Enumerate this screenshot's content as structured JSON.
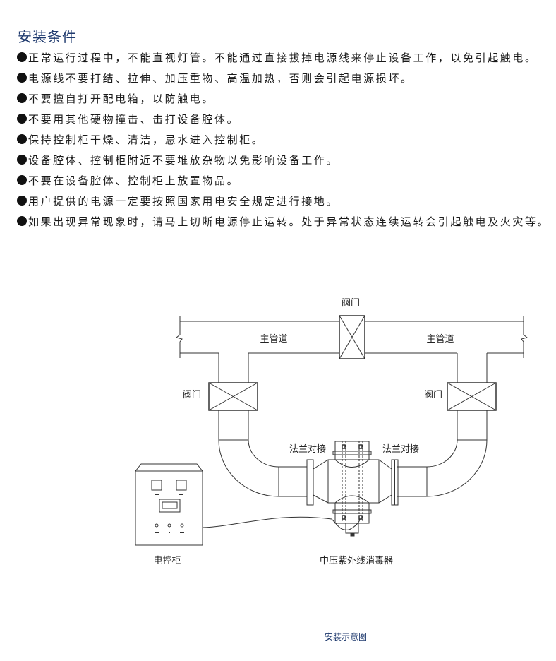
{
  "section": {
    "title": "安装条件",
    "rules": [
      "正常运行过程中，不能直视灯管。不能通过直接拔掉电源线来停止设备工作，以免引起触电。",
      "电源线不要打结、拉伸、加压重物、高温加热，否则会引起电源损坏。",
      "不要擅自打开配电箱，以防触电。",
      "不要用其他硬物撞击、击打设备腔体。",
      "保持控制柜干燥、清洁，忌水进入控制柜。",
      "设备腔体、控制柜附近不要堆放杂物以免影响设备工作。",
      "不要在设备腔体、控制柜上放置物品。",
      "用户提供的电源一定要按照国家用电安全规定进行接地。",
      "如果出现异常现象时，请马上切断电源停止运转。处于异常状态连续运转会引起触电及火灾等。"
    ]
  },
  "diagram": {
    "valve_top": "阀门",
    "valve_left": "阀门",
    "valve_right": "阀门",
    "main_pipe_left": "主管道",
    "main_pipe_right": "主管道",
    "flange_left": "法兰对接",
    "flange_right": "法兰对接",
    "control_cabinet": "电控柜",
    "sterilizer": "中压紫外线消毒器",
    "caption": "安装示意图"
  },
  "colors": {
    "title": "#1f3a6e",
    "text": "#1a1a1a"
  }
}
